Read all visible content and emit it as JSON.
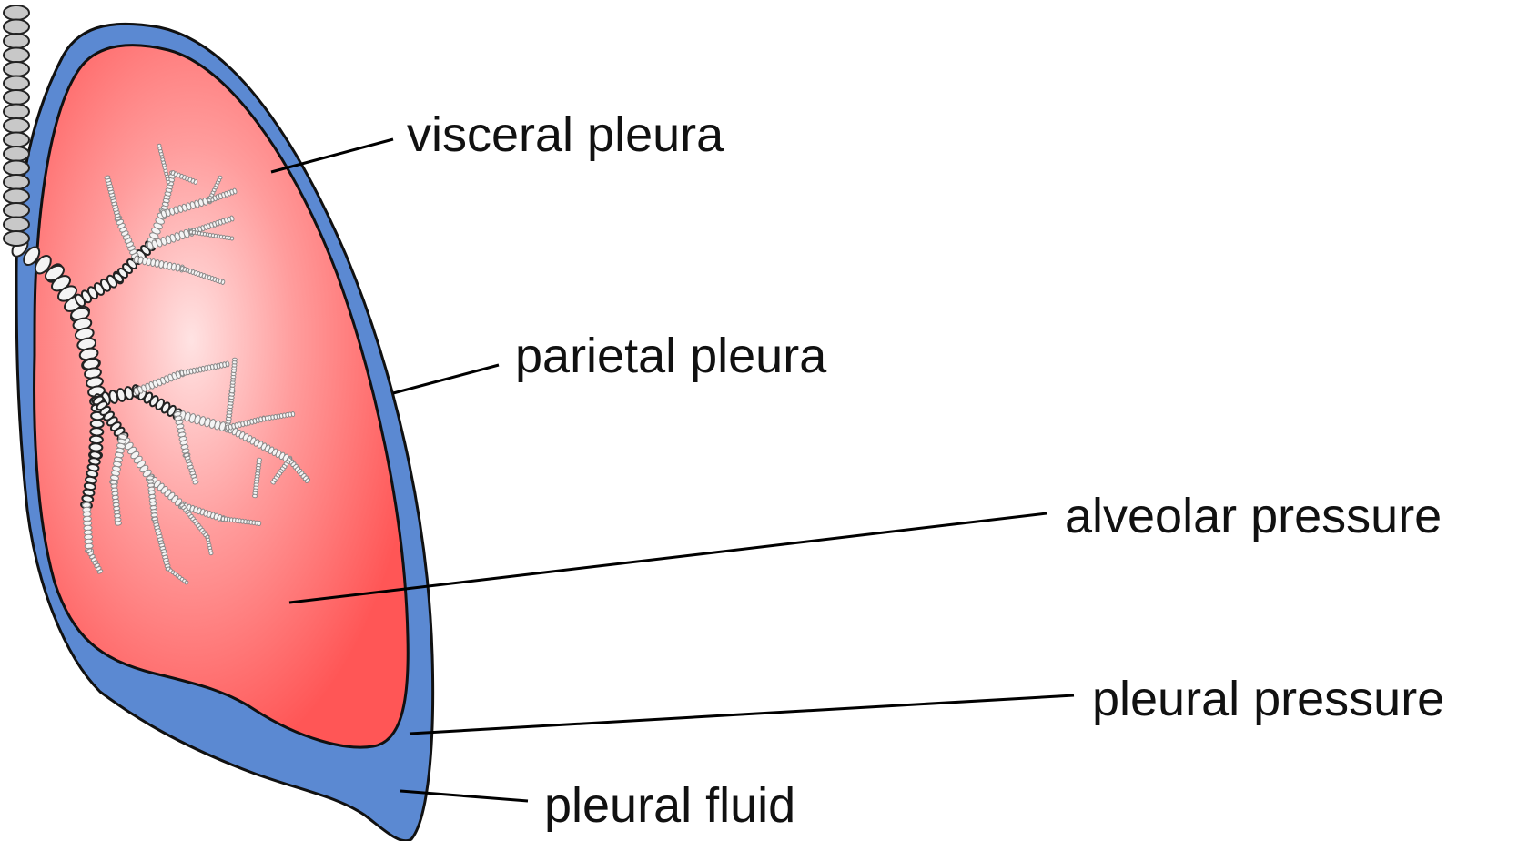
{
  "labels": {
    "visceral_pleura": "visceral pleura",
    "parietal_pleura": "parietal pleura",
    "alveolar_pressure": "alveolar pressure",
    "pleural_pressure": "pleural pressure",
    "pleural_fluid": "pleural fluid"
  },
  "colors": {
    "parietal_pleura": "#5b89d2",
    "lung_center": "#ffd6d6",
    "lung_edge": "#ff5555",
    "airway": "#f2f2f2",
    "outline": "#111111"
  }
}
